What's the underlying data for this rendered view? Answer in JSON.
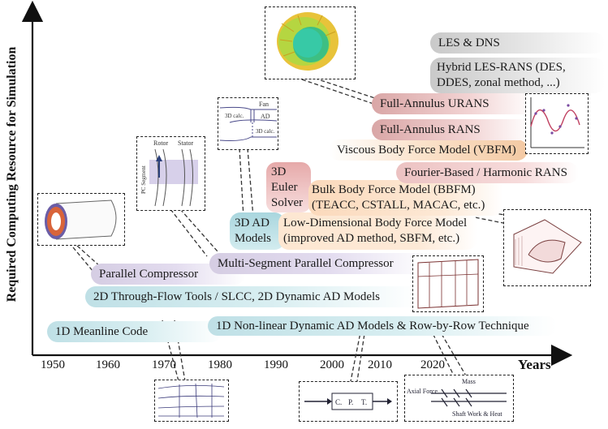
{
  "axes": {
    "x_label": "Years",
    "y_label": "Required Computing Resource for Simulation",
    "x_ticks": [
      "1950",
      "1960",
      "1970",
      "1980",
      "1990",
      "2000",
      "2010",
      "2020"
    ]
  },
  "items": {
    "meanline": "1D Meanline Code",
    "nonlinear": "1D Non-linear Dynamic AD Models & Row-by-Row Technique",
    "throughflow": "2D Through-Flow Tools / SLCC, 2D Dynamic AD Models",
    "parallel": "Parallel Compressor",
    "multisegment": "Multi-Segment Parallel Compressor",
    "ad3d_line1": "3D AD",
    "ad3d_line2": "Models",
    "lowdim_line1": "Low-Dimensional Body Force Model",
    "lowdim_line2": "(improved AD method, SBFM, etc.)",
    "euler_line1": "3D",
    "euler_line2": "Euler",
    "euler_line3": "Solver",
    "bbfm_line1": "Bulk Body Force Model (BBFM)",
    "bbfm_line2": "(TEACC, CSTALL, MACAC, etc.)",
    "fourier": "Fourier-Based / Harmonic RANS",
    "vbfm": "Viscous Body Force Model (VBFM)",
    "rans": "Full-Annulus RANS",
    "urans": "Full-Annulus URANS",
    "hybrid_line1": "Hybrid LES-RANS (DES,",
    "hybrid_line2": "DDES, zonal method, ...)",
    "les": "LES & DNS"
  },
  "figure_labels": {
    "rotor": "Rotor",
    "stator": "Stator",
    "pc_segment": "PC Segment",
    "fan": "Fan",
    "ad": "AD",
    "calc_left": "3D calc.",
    "calc_right": "3D calc.",
    "cpt_c": "C.",
    "cpt_p": "P.",
    "cpt_t": "T.",
    "mass": "Mass",
    "axial_force": "Axial Force",
    "shaft": "Shaft Work & Heat"
  },
  "colors": {
    "blue": "#bfe0e6",
    "purple": "#d5cde3",
    "pink": "#d9a6a6",
    "grey": "#c9c9c9",
    "orange": "#f3c9a3"
  }
}
